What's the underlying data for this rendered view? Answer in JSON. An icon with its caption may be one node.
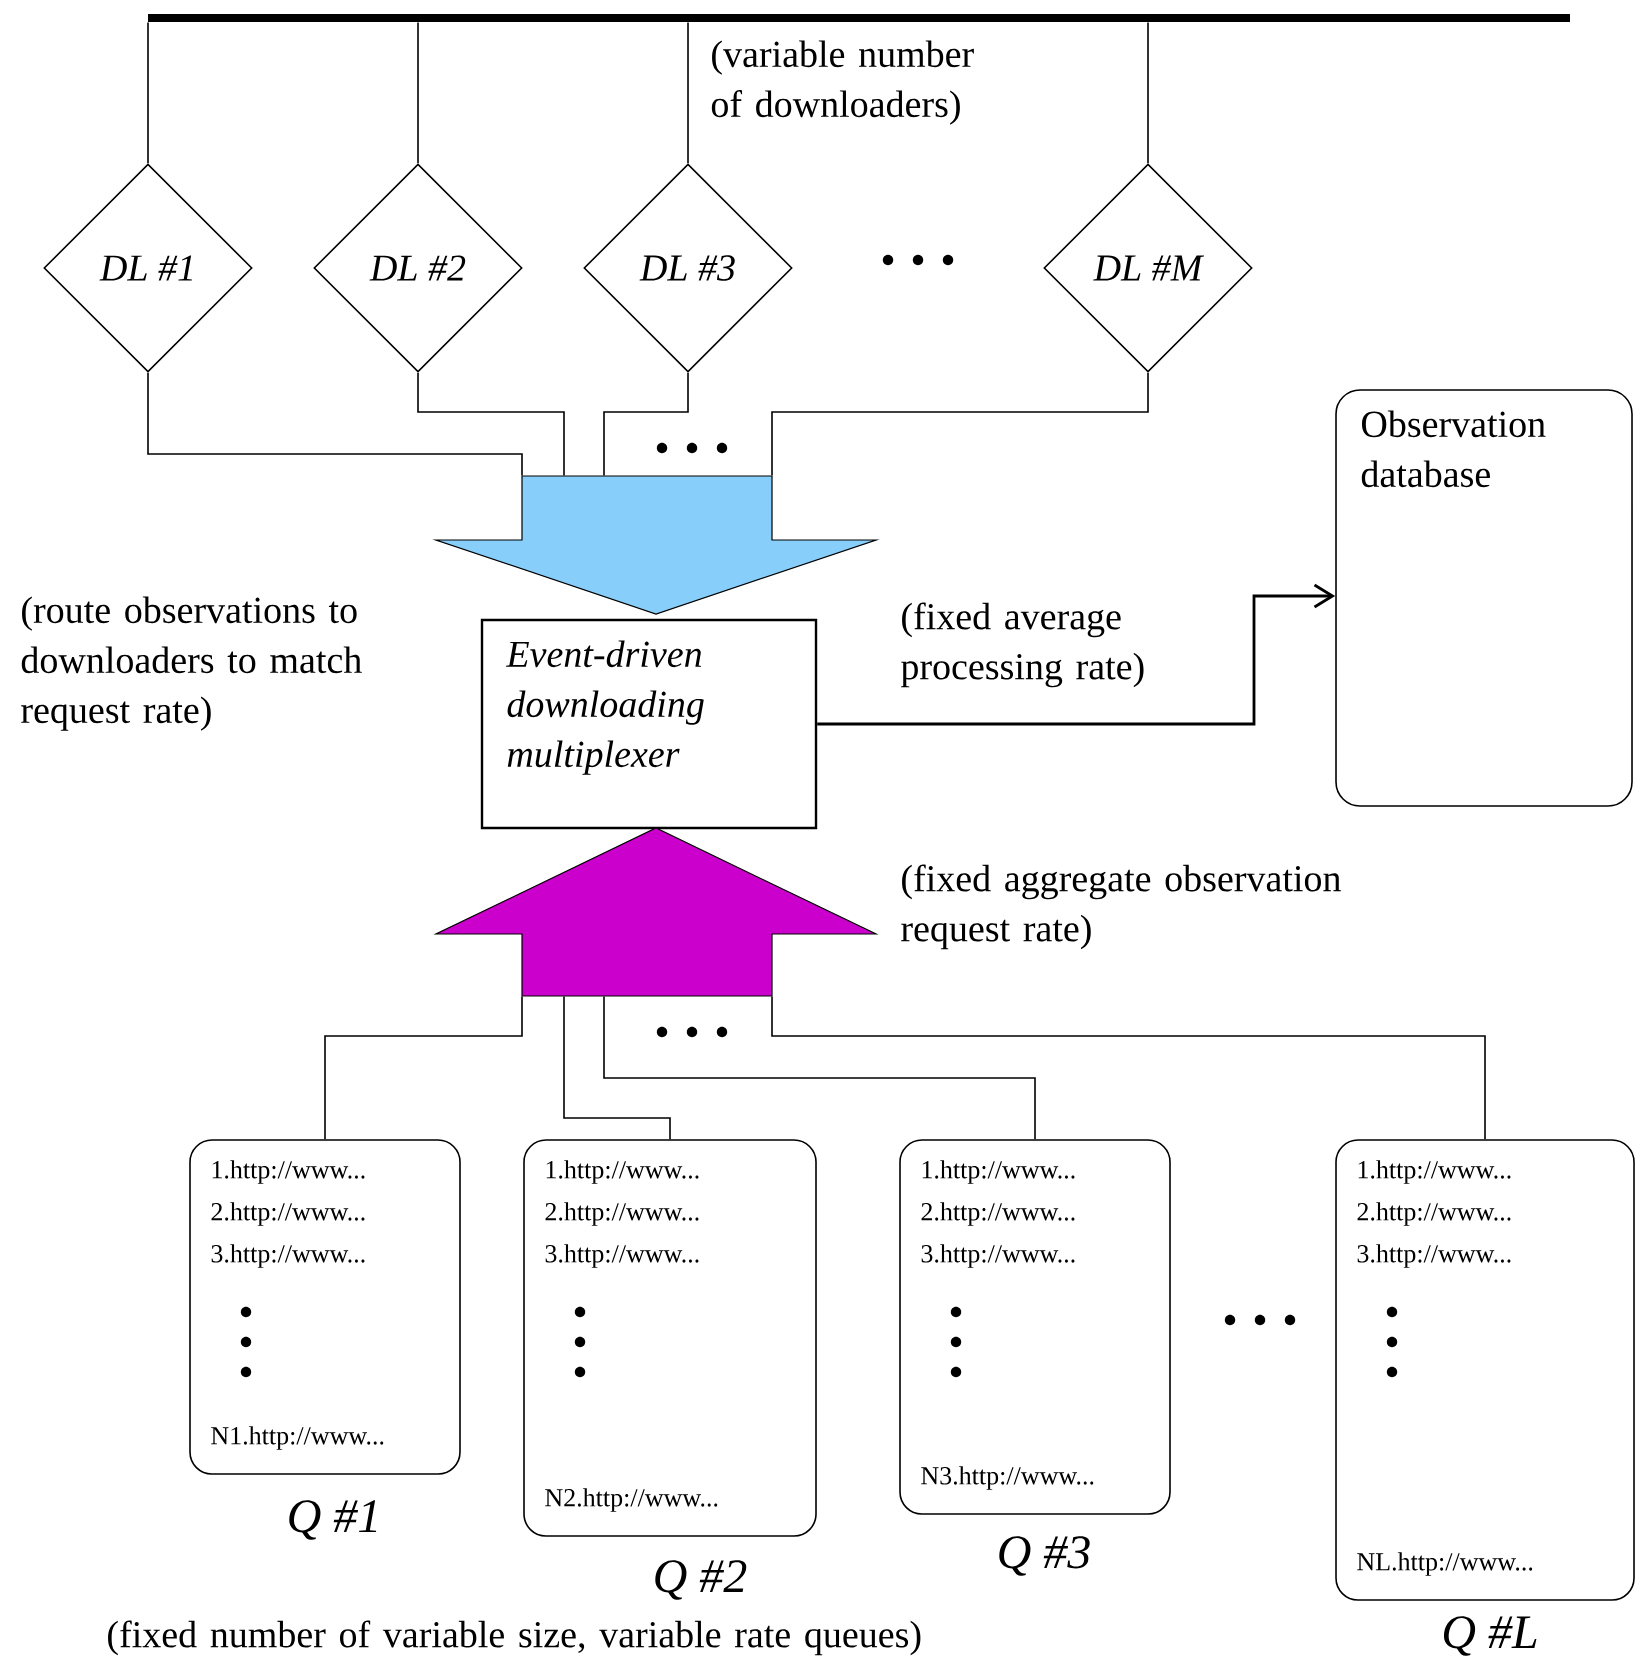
{
  "diagram": {
    "nodes": [
      {
        "text": [],
        "shape": "bar"
      },
      {
        "text": [
          "DL #1"
        ]
      },
      {
        "text": [
          "DL #2"
        ]
      },
      {
        "text": [
          "DL #3"
        ]
      },
      {
        "text": [
          "DL #M"
        ]
      },
      {
        "text": [],
        "shape": "arrow"
      },
      {
        "text": [
          "Event-driven downloading multiplexer"
        ]
      },
      {
        "text": [
          "Observation database"
        ]
      },
      {
        "text": [],
        "shape": "arrow"
      },
      {
        "text": [
          "1.http://www...",
          "2.http://www...",
          "3.http://www...",
          "N1.http://www..."
        ],
        "beside": [
          "Q #1"
        ]
      },
      {
        "text": [
          "1.http://www...",
          "2.http://www...",
          "3.http://www...",
          "N2.http://www..."
        ],
        "beside": [
          "Q #2"
        ]
      },
      {
        "text": [
          "1.http://www...",
          "2.http://www...",
          "3.http://www...",
          "N3.http://www..."
        ],
        "beside": [
          "Q #3"
        ]
      },
      {
        "text": [
          "1.http://www...",
          "2.http://www...",
          "3.http://www...",
          "NL.http://www..."
        ],
        "beside": [
          "Q #L"
        ]
      }
    ],
    "edges": [
      {
        "from": 0,
        "to": 1,
        "arrow": "none"
      },
      {
        "from": 0,
        "to": 2,
        "arrow": "none"
      },
      {
        "from": 0,
        "to": 3,
        "arrow": "none"
      },
      {
        "from": 0,
        "to": 4,
        "arrow": "none"
      },
      {
        "from": 1,
        "to": 5,
        "arrow": "none"
      },
      {
        "from": 2,
        "to": 5,
        "arrow": "none"
      },
      {
        "from": 3,
        "to": 5,
        "arrow": "none"
      },
      {
        "from": 4,
        "to": 5,
        "arrow": "none"
      },
      {
        "from": 6,
        "to": 7,
        "arrow": "to",
        "label": "(fixed average processing rate)"
      },
      {
        "from": 9,
        "to": 8,
        "arrow": "none"
      },
      {
        "from": 10,
        "to": 8,
        "arrow": "none"
      },
      {
        "from": 11,
        "to": 8,
        "arrow": "none"
      },
      {
        "from": 12,
        "to": 8,
        "arrow": "none"
      }
    ],
    "labels": [
      "(variable number of downloaders)",
      "(route observations to downloaders to match request rate)",
      "(fixed aggregate observation request rate)",
      "(fixed number of variable size, variable rate queues)"
    ]
  }
}
